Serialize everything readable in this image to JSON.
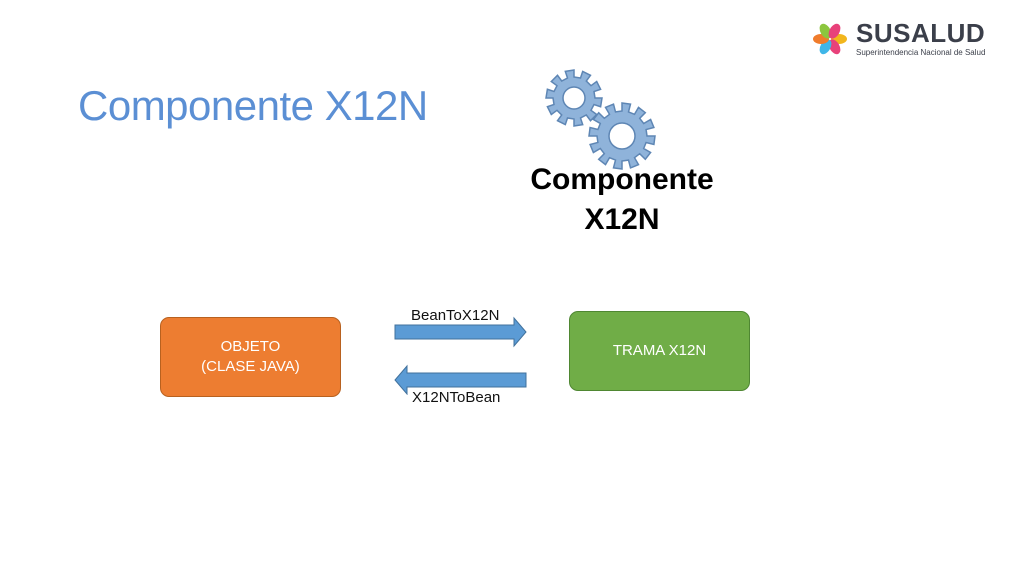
{
  "slide": {
    "title": "Componente X12N",
    "title_color": "#5b8fd4"
  },
  "logo": {
    "name": "SUSALUD",
    "subtitle": "Superintendencia Nacional de Salud",
    "text_color": "#3b3f4a",
    "petal_colors": [
      "#f2b61d",
      "#e8417a",
      "#3fb6e8",
      "#f07c2c",
      "#8cc63e",
      "#e8417a"
    ]
  },
  "gears": {
    "icon": "gears-icon",
    "fill_color": "#8fb3da",
    "stroke_color": "#5e86b4"
  },
  "component": {
    "label_line1": "Componente",
    "label_line2": "X12N"
  },
  "diagram": {
    "left_box": {
      "label": "OBJETO\n(CLASE JAVA)",
      "color": "#ed7d31"
    },
    "right_box": {
      "label": "TRAMA X12N",
      "color": "#70ad47"
    },
    "arrow_right_label": "BeanToX12N",
    "arrow_left_label": "X12NToBean",
    "arrow_color": "#5b9bd5"
  }
}
